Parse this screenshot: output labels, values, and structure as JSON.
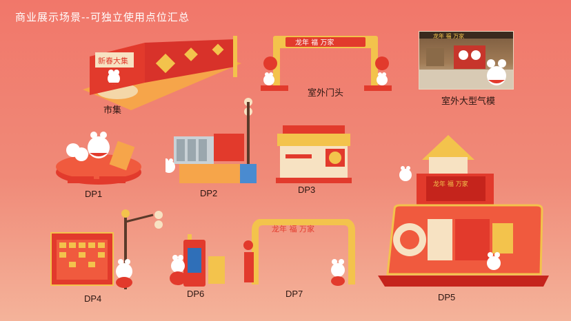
{
  "page_title": "商业展示场景--可独立使用点位汇总",
  "scenes": {
    "market": {
      "label": "市集"
    },
    "gate": {
      "label": "室外门头"
    },
    "inflatable": {
      "label": "室外大型气模"
    },
    "dp1": {
      "label": "DP1"
    },
    "dp2": {
      "label": "DP2"
    },
    "dp3": {
      "label": "DP3"
    },
    "dp4": {
      "label": "DP4"
    },
    "dp5": {
      "label": "DP5"
    },
    "dp6": {
      "label": "DP6"
    },
    "dp7": {
      "label": "DP7"
    }
  },
  "colors": {
    "background_top": "#f1776a",
    "background_bottom": "#f4b39a",
    "brand_red": "#e23a2c",
    "gold": "#f3c34c",
    "cream": "#f7e2c2"
  }
}
